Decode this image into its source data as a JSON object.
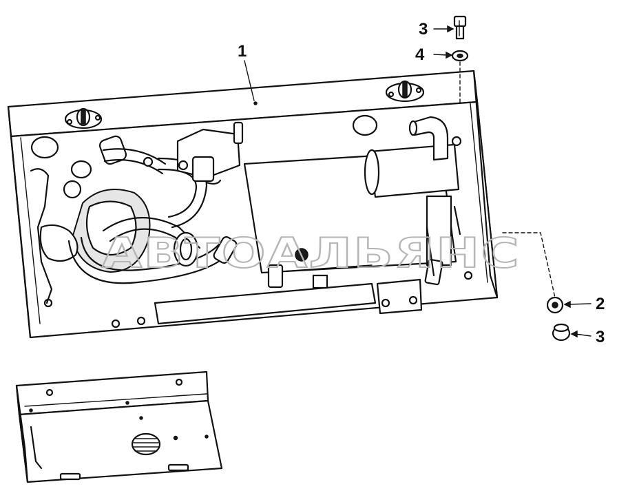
{
  "callouts": {
    "c1": "1",
    "c2": "2",
    "c3_top": "3",
    "c3_bottom": "3",
    "c4": "4"
  },
  "watermark": "АВТОАЛЬЯНС",
  "colors": {
    "line": "#111111",
    "watermark": "#b5b5b5",
    "background": "#ffffff"
  }
}
